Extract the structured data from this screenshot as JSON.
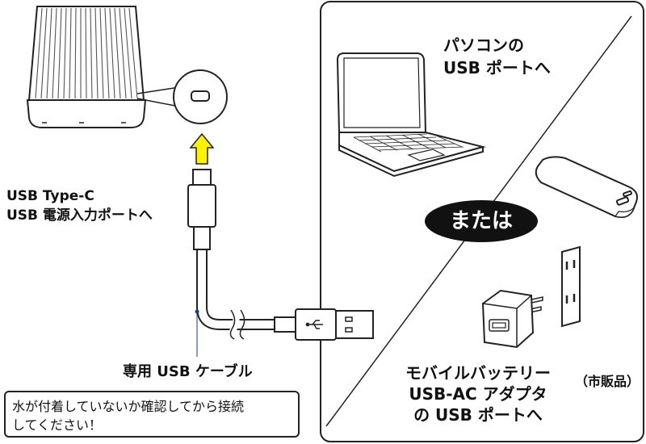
{
  "labels": {
    "input_port_line1": "USB Type-C",
    "input_port_line2": "USB 電源入力ポートへ",
    "cable": "専用 USB ケーブル",
    "pc_line1": "パソコンの",
    "pc_line2": "USB ポートへ",
    "or_badge": "または",
    "battery_line1": "モバイルバッテリー",
    "battery_line2": "USB-AC アダプタ",
    "battery_line3": "の USB ポートへ",
    "retail_note": "（市販品）"
  },
  "warning": {
    "line1": "水が付着していないか確認してから接続",
    "line2": "してください！"
  },
  "colors": {
    "arrow_fill": "#fff100",
    "outline": "#222222",
    "cable_dot": "#1d3a8a",
    "badge_bg": "#111111",
    "badge_text": "#ffffff"
  },
  "icons": [
    "usb-icon"
  ]
}
